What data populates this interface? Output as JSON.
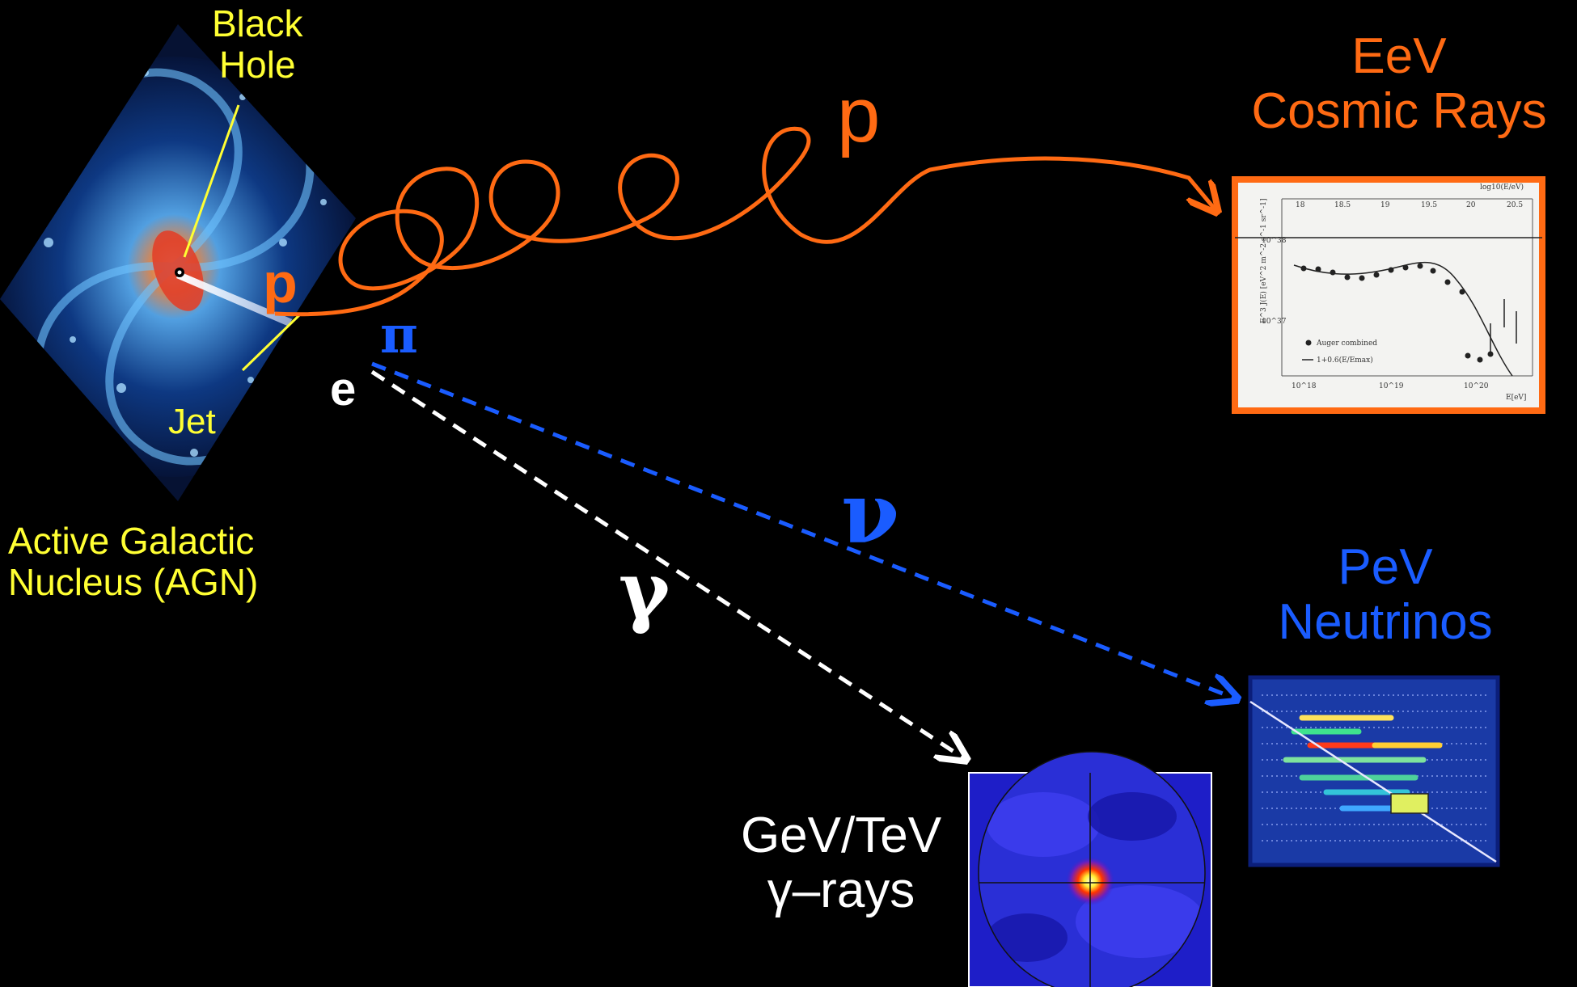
{
  "agn": {
    "black_hole_label": "Black\nHole",
    "jet_label": "Jet",
    "name_label": "Active Galactic\nNucleus (AGN)"
  },
  "particles": {
    "proton_source": "p",
    "proton_path": "p",
    "pion": "π",
    "electron": "e",
    "neutrino": "ν",
    "gamma": "γ"
  },
  "targets": {
    "cosmic_rays": "EeV\nCosmic Rays",
    "neutrinos": "PeV\nNeutrinos",
    "gamma_rays": "GeV/TeV\nγ–rays"
  },
  "inset_cosmic_ray_plot": {
    "top_axis_title": "log10(E/eV)",
    "top_ticks": [
      "18",
      "18.5",
      "19",
      "19.5",
      "20",
      "20.5"
    ],
    "bottom_ticks": [
      "10^18",
      "10^19",
      "10^20"
    ],
    "x_label": "E[eV]",
    "y_label": "E^3 J(E) [eV^2 m^-2 s^-1 sr^-1]",
    "y_ticks": [
      "10^38",
      "10^37"
    ],
    "legend_1": "Auger combined",
    "legend_2": "1+0.6(E/Emax)"
  },
  "colors": {
    "background": "#000000",
    "agn_label": "#ffff33",
    "proton": "#ff6a13",
    "neutrino": "#1a5cff",
    "gamma": "#ffffff"
  }
}
